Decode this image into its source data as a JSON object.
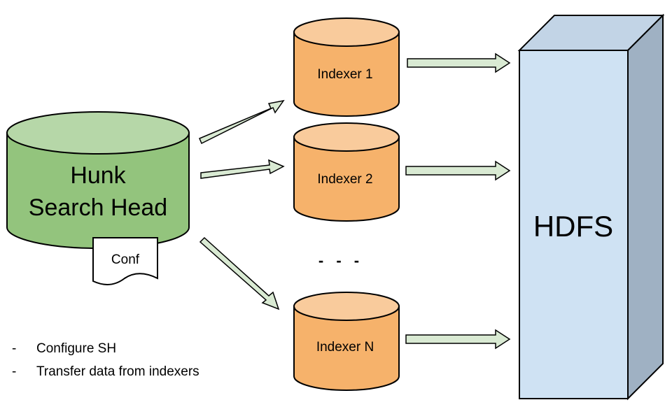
{
  "search_head": {
    "line1": "Hunk",
    "line2": "Search Head",
    "conf_label": "Conf"
  },
  "indexers": [
    {
      "label": "Indexer 1"
    },
    {
      "label": "Indexer 2"
    },
    {
      "label": "Indexer N"
    }
  ],
  "ellipsis": "- - -",
  "hdfs": {
    "label": "HDFS"
  },
  "notes": [
    {
      "bullet": "-",
      "text": "Configure SH"
    },
    {
      "bullet": "-",
      "text": "Transfer data from indexers"
    }
  ],
  "colors": {
    "search_head_body": "#93c47d",
    "search_head_top": "#b6d7a8",
    "indexer_body": "#f6b26b",
    "indexer_top": "#f9cb9c",
    "arrow_fill": "#d9ead3",
    "hdfs_front": "#cfe2f3",
    "hdfs_side": "#9fb1c3",
    "hdfs_top": "#c2d4e6",
    "stroke": "#000000"
  }
}
